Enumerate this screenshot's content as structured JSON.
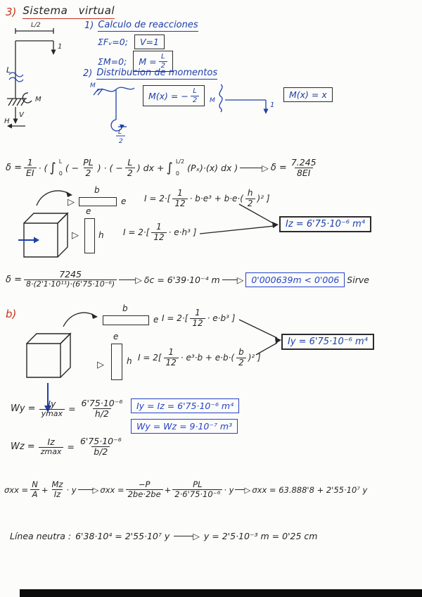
{
  "ink": {
    "blue": "#1e3faa",
    "black": "#26262a",
    "red": "#c9301c",
    "result_box_blue": "#2543c8"
  },
  "title": {
    "num": "3)",
    "text": "Sistema virtual"
  },
  "reactions": {
    "num": "1)",
    "heading": "Calculo de reacciones",
    "fv_eq": "ΣFᵥ=0;",
    "fv_result": "V=1",
    "m_eq": "ΣM=0;",
    "m_result_pre": "M =",
    "m_result_num": "L",
    "m_result_den": "2"
  },
  "moments": {
    "num": "2)",
    "heading": "Distribucion de momentos",
    "box1_pre": "M(x) = −",
    "box1_num": "L",
    "box1_den": "2",
    "box2": "M(x) = x"
  },
  "sk_cantilever": {
    "dim": "L/2",
    "load": "1",
    "length": "L",
    "moment": "M",
    "shear": "V",
    "horizontal": "H"
  },
  "sk_moment": {
    "support": "M",
    "dim_num": "L",
    "dim_den": "2"
  },
  "sk_load": {
    "moment": "M",
    "load": "1"
  },
  "cross_a": {
    "width": "b",
    "thickness": "e",
    "web_thickness": "e",
    "height": "h"
  },
  "cross_b": {
    "width": "b",
    "thickness": "e",
    "web_thickness": "e",
    "height": "h"
  },
  "delta1": {
    "lhs": "δ =",
    "f1n": "1",
    "f1d": "EI",
    "open": "· (",
    "int": "∫",
    "lim1_u": "L",
    "lim1_d": "0",
    "p1": "( −",
    "f2n": "PL",
    "f2d": "2",
    "mid": ") · ( −",
    "f3n": "L",
    "f3d": "2",
    "mid2": ") dx  +",
    "int2": "∫",
    "lim2_u": "L/2",
    "lim2_d": "0",
    "tail": "(Pₓ)·(x) dx )",
    "rhs": "δ =",
    "f4n": "7.245",
    "f4d": "8EI"
  },
  "inertia_a1": {
    "pre": "I = 2·[",
    "f1n": "1",
    "f1d": "12",
    "mid": "· b·e³ + b·e·(",
    "f2n": "h",
    "f2d": "2",
    "end": ")² ]"
  },
  "inertia_a2": {
    "pre": "I = 2·[",
    "f1n": "1",
    "f1d": "12",
    "end": "· e·h³ ]"
  },
  "iz_result": "Iz = 6'75·10⁻⁶ m⁴",
  "delta2": {
    "lhs": "δ =",
    "num": "7245",
    "den": "8·(2'1·10¹¹)·(6'75·10⁻⁶)",
    "mid": "δc = 6'39·10⁻⁴ m",
    "check": "0'000639m < 0'006",
    "verdict": "Sirve"
  },
  "section_b": {
    "num": "b)"
  },
  "inertia_b1": {
    "pre": "I = 2·[",
    "f1n": "1",
    "f1d": "12",
    "end": "· e·b³ ]"
  },
  "inertia_b2": {
    "pre": "I = 2[",
    "f1n": "1",
    "f1d": "12",
    "mid": "· e³·b + e·b·(",
    "f2n": "b",
    "f2d": "2",
    "end": ")² ]"
  },
  "iy_result": "Iy = 6'75·10⁻⁶ m⁴",
  "modulus": {
    "wy_lhs": "Wy =",
    "wy_f1n": "Iy",
    "wy_f1d": "ymax",
    "eq": "=",
    "wy_f2n": "6'75·10⁻⁶",
    "wy_f2d": "h/2",
    "wz_lhs": "Wz =",
    "wz_f1n": "Iz",
    "wz_f1d": "zmax",
    "wz_f2n": "6'75·10⁻⁶",
    "wz_f2d": "b/2",
    "box_i": "Iy = Iz = 6'75·10⁻⁶ m⁴",
    "box_w": "Wy = Wz = 9·10⁻⁷ m³"
  },
  "stress": {
    "lhs": "σxx =",
    "f1n": "N",
    "f1d": "A",
    "plus1": "+",
    "f2n": "Mz",
    "f2d": "Iz",
    "y1": "· y",
    "mid_lhs": "σxx =",
    "f3n": "−P",
    "f3d": "2be·2be",
    "plus2": "+",
    "f4n": "PL",
    "f4d": "2·6'75·10⁻⁶",
    "y2": "· y",
    "result": "σxx = 63.888'8 + 2'55·10⁷ y"
  },
  "neutral_axis": {
    "label": "Línea neutra :",
    "equation": "6'38·10⁴ = 2'55·10⁷ y",
    "result": "y = 2'5·10⁻³ m = 0'25 cm"
  }
}
